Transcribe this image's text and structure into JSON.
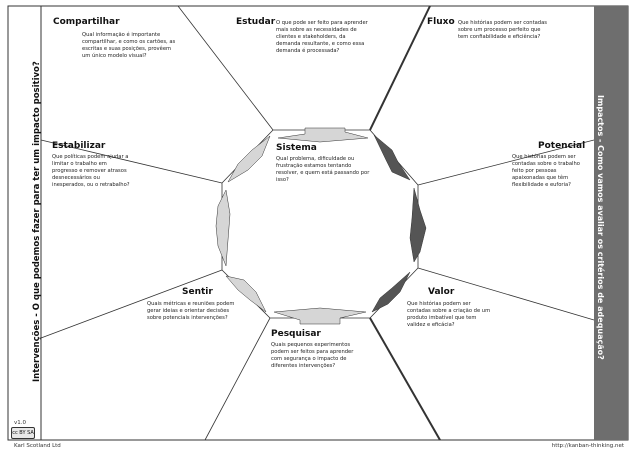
{
  "left_bar": {
    "text": "Intervenções - O que podemos fazer para ter um impacto positivo?"
  },
  "right_bar": {
    "text": "Impactos - Como vamos avaliar os critérios de adequação?"
  },
  "sections": {
    "compartilhar": {
      "title": "Compartilhar",
      "text": [
        "Qual informação é importante",
        "compartilhar, e como os cartões, as",
        "escritas e suas posições, provêem",
        "um único modelo visual?"
      ]
    },
    "estudar": {
      "title": "Estudar",
      "text": [
        "O que pode ser feito para aprender",
        "mais sobre as necessidades de",
        "clientes e stakeholders, da",
        "demanda resultante, e como essa",
        "demanda é processada?"
      ]
    },
    "fluxo": {
      "title": "Fluxo",
      "text": [
        "Que histórias podem ser contadas",
        "sobre um processo perfeito que",
        "tem confiabilidade e eficiência?"
      ]
    },
    "estabilizar": {
      "title": "Estabilizar",
      "text": [
        "Que políticas podem ajudar a",
        "limitar o trabalho em",
        "progresso e remover atrasos",
        "desnecessários ou",
        "inesperados, ou o retrabalho?"
      ]
    },
    "sistema": {
      "title": "Sistema",
      "text": [
        "Qual problema, dificuldade ou",
        "frustração estamos tentando",
        "resolver, e quem está passando por",
        "isso?"
      ]
    },
    "potencial": {
      "title": "Potencial",
      "text": [
        "Que histórias podem ser",
        "contadas sobre o trabalho",
        "feito por pessoas",
        "apaixonadas que têm",
        "flexibilidade e euforia?"
      ]
    },
    "sentir": {
      "title": "Sentir",
      "text": [
        "Quais métricas e reuniões podem",
        "gerar ideias e orientar decisões",
        "sobre potenciais intervenções?"
      ]
    },
    "valor": {
      "title": "Valor",
      "text": [
        "Que histórias podem ser",
        "contadas sobre a criação de um",
        "produto imbatível que tem",
        "validez e eficácia?"
      ]
    },
    "pesquisar": {
      "title": "Pesquisar",
      "text": [
        "Quais pequenos experimentos",
        "podem ser feitos para aprender",
        "com segurança o impacto de",
        "diferentes intervenções?"
      ]
    }
  },
  "footer": {
    "version": "v1.0",
    "license": "cc BY SA",
    "author": "Karl Scotland Ltd",
    "url": "http://kanban-thinking.net"
  },
  "colors": {
    "right_bar": "#6e6e6e",
    "arrow_dark": "#555555",
    "arrow_light": "#d6d6d6",
    "line": "#333333"
  }
}
